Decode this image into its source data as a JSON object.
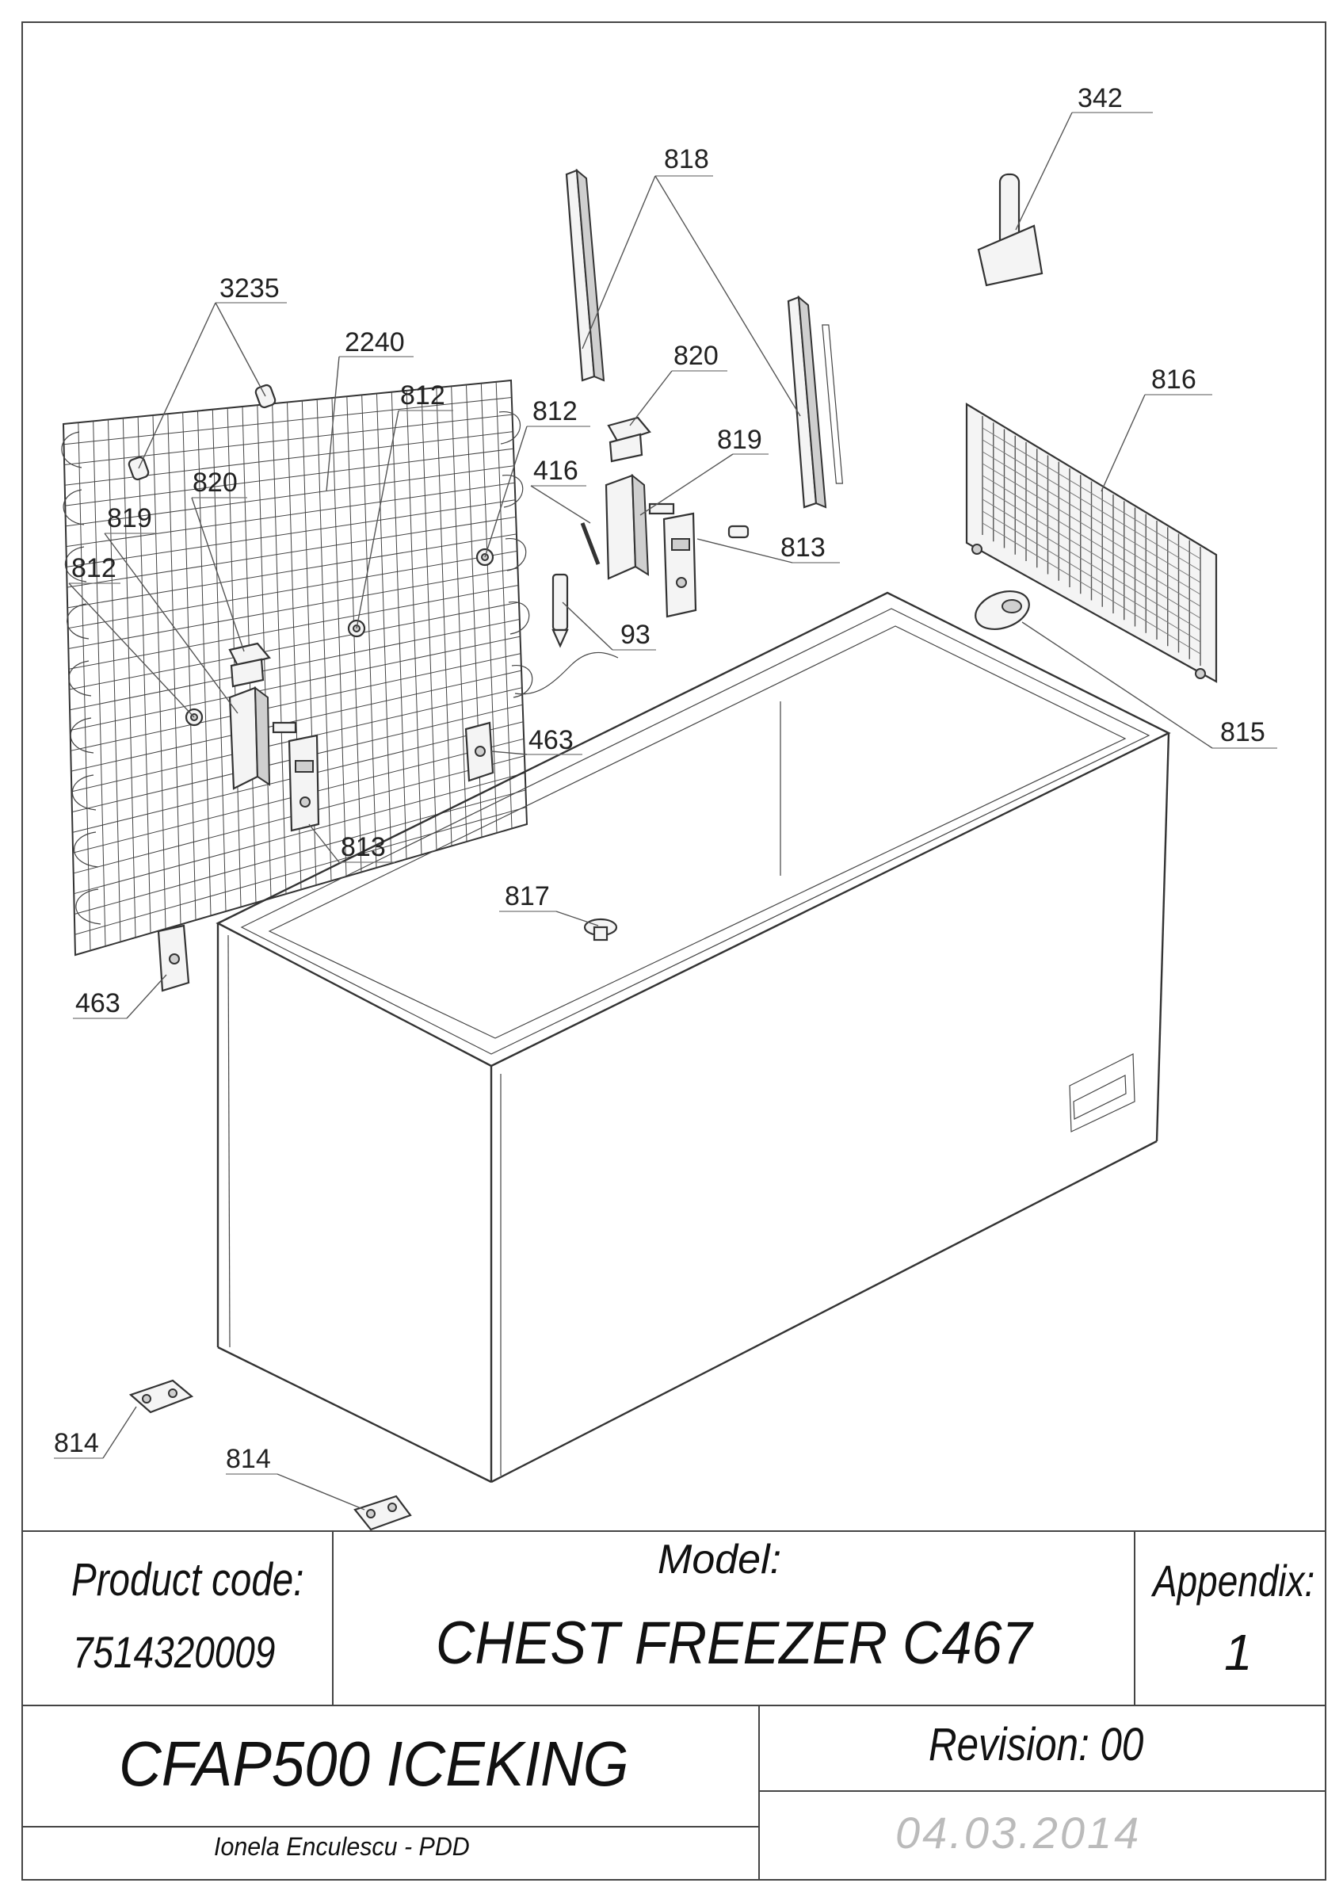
{
  "callouts": {
    "c342": "342",
    "c818": "818",
    "c3235": "3235",
    "c2240": "2240",
    "c812a": "812",
    "c812b": "812",
    "c820a": "820",
    "c819a": "819",
    "c416": "416",
    "c816": "816",
    "c820b": "820",
    "c819b": "819",
    "c812c": "812",
    "c813a": "813",
    "c93": "93",
    "c815": "815",
    "c463a": "463",
    "c813b": "813",
    "c817": "817",
    "c463b": "463",
    "c814a": "814",
    "c814b": "814"
  },
  "title_block": {
    "product_code_label": "Product code:",
    "product_code_value": "7514320009",
    "model_label": "Model:",
    "model_value": "CHEST FREEZER C467",
    "appendix_label": "Appendix:",
    "appendix_value": "1",
    "model_code": "CFAP500 ICEKING",
    "revision": "Revision: 00",
    "author": "Ionela Enculescu - PDD",
    "date": "04.03.2014"
  }
}
